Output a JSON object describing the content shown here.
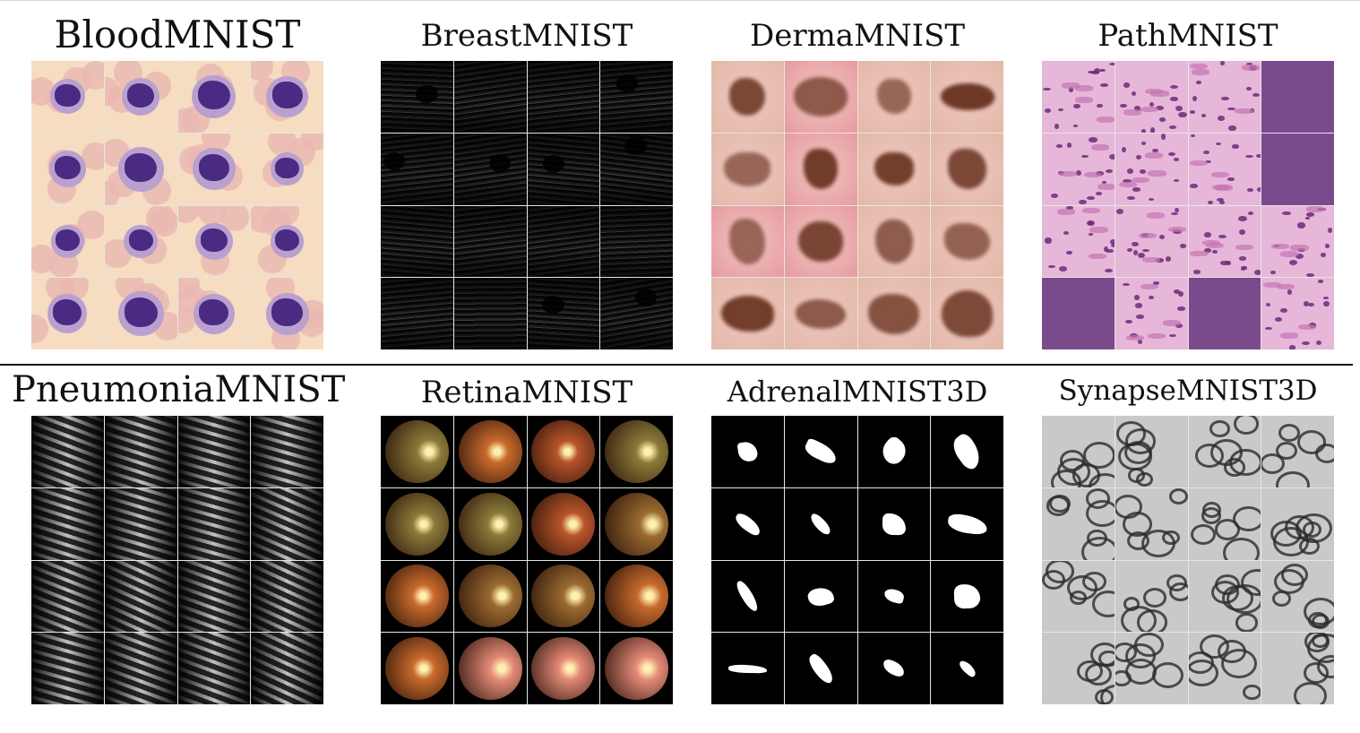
{
  "panels": [
    {
      "id": "blood",
      "title": "BloodMNIST",
      "kind": "blood",
      "colors": {
        "bg": "#f6dcc0",
        "rbc": "#eab8b0",
        "cell": "#b9a0cf",
        "nucleus": "#4a2a82"
      }
    },
    {
      "id": "breast",
      "title": "BreastMNIST",
      "kind": "ultrasound",
      "colors": {
        "dark": "#101010",
        "light": "#cfcfcf"
      }
    },
    {
      "id": "derma",
      "title": "DermaMNIST",
      "kind": "derma",
      "colors": {
        "skin": "#eec6bf",
        "lesion": "#6a3422",
        "pink": "#e89aa0"
      }
    },
    {
      "id": "path",
      "title": "PathMNIST",
      "kind": "path",
      "colors": {
        "bg": "#e6b7d9",
        "stroma": "#c473b1",
        "nuclei": "#6b2c7a",
        "plain": "#7a4a8c"
      }
    },
    {
      "id": "pneumonia",
      "title": "PneumoniaMNIST",
      "kind": "xray",
      "colors": {
        "dark": "#1c1c1c",
        "light": "#e8e8e8"
      }
    },
    {
      "id": "retina",
      "title": "RetinaMNIST",
      "kind": "retina",
      "colors": {
        "bg": "#000000",
        "orange": "#c86a2c",
        "olive": "#8a7a3a",
        "pink": "#e48a78"
      }
    },
    {
      "id": "adrenal",
      "title": "AdrenalMNIST3D",
      "kind": "adrenal",
      "colors": {
        "bg": "#000000",
        "mask": "#ffffff"
      }
    },
    {
      "id": "synapse",
      "title": "SynapseMNIST3D",
      "kind": "synapse",
      "colors": {
        "bg": "#c9c9c9",
        "membrane": "#2a2a2a"
      }
    }
  ]
}
